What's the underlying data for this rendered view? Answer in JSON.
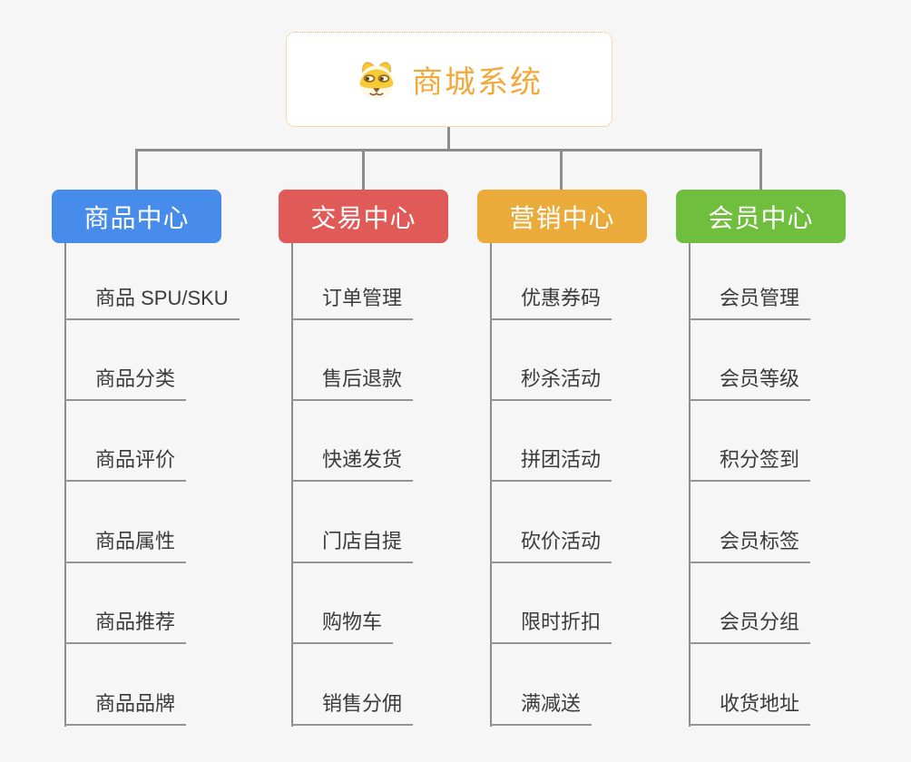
{
  "diagram": {
    "background": "#f5f6f5",
    "connector_color": "#8c8c8c",
    "root": {
      "label": "商城系统",
      "label_color": "#f2a93b",
      "icon": "dog-face-icon"
    },
    "branches": [
      {
        "label": "商品中心",
        "color": "#478cea",
        "children": [
          "商品 SPU/SKU",
          "商品分类",
          "商品评价",
          "商品属性",
          "商品推荐",
          "商品品牌"
        ]
      },
      {
        "label": "交易中心",
        "color": "#e05a57",
        "children": [
          "订单管理",
          "售后退款",
          "快递发货",
          "门店自提",
          "购物车",
          "销售分佣"
        ]
      },
      {
        "label": "营销中心",
        "color": "#ebab3b",
        "children": [
          "优惠券码",
          "秒杀活动",
          "拼团活动",
          "砍价活动",
          "限时折扣",
          "满减送"
        ]
      },
      {
        "label": "会员中心",
        "color": "#6fbe3e",
        "children": [
          "会员管理",
          "会员等级",
          "积分签到",
          "会员标签",
          "会员分组",
          "收货地址"
        ]
      }
    ]
  }
}
